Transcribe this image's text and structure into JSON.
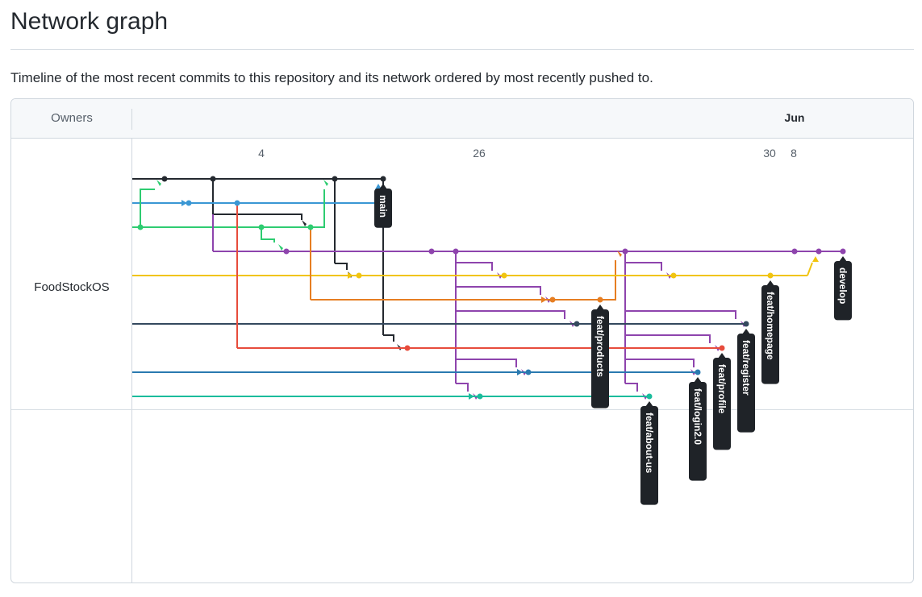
{
  "page": {
    "title": "Network graph",
    "description": "Timeline of the most recent commits to this repository and its network ordered by most recently pushed to."
  },
  "graph": {
    "owners_label": "Owners",
    "month_label": "Jun",
    "owner": "FoodStockOS",
    "date_ticks": [
      "4",
      "26",
      "30",
      "8"
    ],
    "colors": {
      "black": "#24292f",
      "blue": "#3a97d4",
      "green": "#2ecc71",
      "purple": "#8e44ad",
      "yellow": "#f1c40f",
      "orange": "#e67e22",
      "slate": "#34495e",
      "red": "#e74c3c",
      "teal": "#1abc9c",
      "darkblue": "#2a7ab0"
    },
    "branch_labels": [
      "main",
      "develop",
      "feat/homepage",
      "feat/products",
      "feat/register",
      "feat/profile",
      "feat/login2.0",
      "feat/about-us"
    ]
  }
}
